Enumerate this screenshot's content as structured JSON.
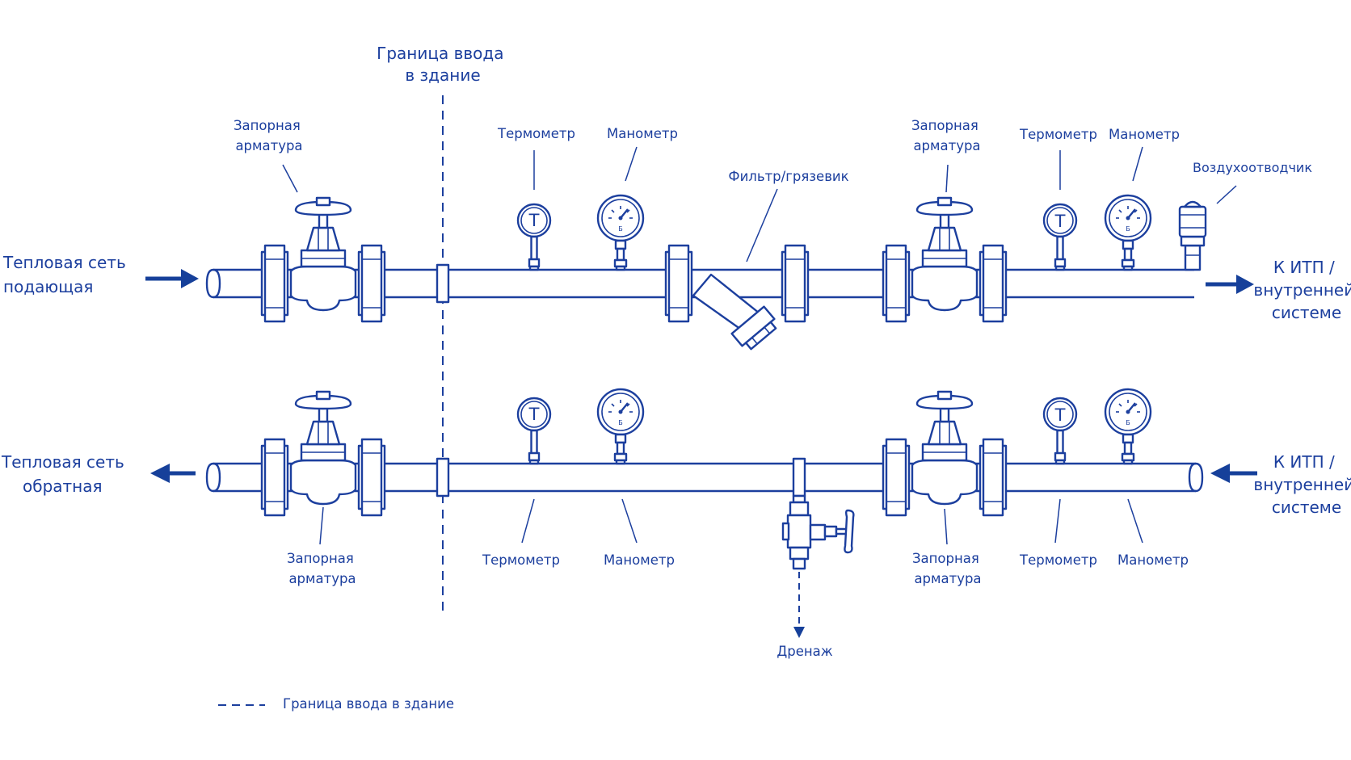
{
  "boundary_label": [
    "Граница ввода",
    "в здание"
  ],
  "supply": {
    "source_label": [
      "Тепловая сеть",
      "подающая"
    ],
    "valve_1_label": [
      "Запорная",
      "арматура"
    ],
    "thermometer_1_label": "Термометр",
    "manometer_1_label": "Манометр",
    "filter_label": "Фильтр/грязевик",
    "valve_2_label": [
      "Запорная",
      "арматура"
    ],
    "thermometer_2_label": "Термометр",
    "manometer_2_label": "Манометр",
    "air_vent_label": "Воздухоотводчик",
    "destination_label": [
      "К ИТП /",
      "внутренней",
      "системе"
    ]
  },
  "return": {
    "source_label": [
      "Тепловая сеть",
      "обратная"
    ],
    "valve_1_label": [
      "Запорная",
      "арматура"
    ],
    "thermometer_1_label": "Термометр",
    "manometer_1_label": "Манометр",
    "drain_label": "Дренаж",
    "valve_2_label": [
      "Запорная",
      "арматура"
    ],
    "thermometer_2_label": "Термометр",
    "manometer_2_label": "Манометр",
    "destination_label": [
      "К ИТП /",
      "внутренней",
      "системе"
    ]
  },
  "gauge_symbols": {
    "thermometer": "T",
    "manometer_mark": "Б"
  },
  "legend": {
    "label": "Граница ввода в здание"
  },
  "colors": {
    "line": "#1c3f9e",
    "arrow": "#16409a",
    "background": "#ffffff"
  }
}
